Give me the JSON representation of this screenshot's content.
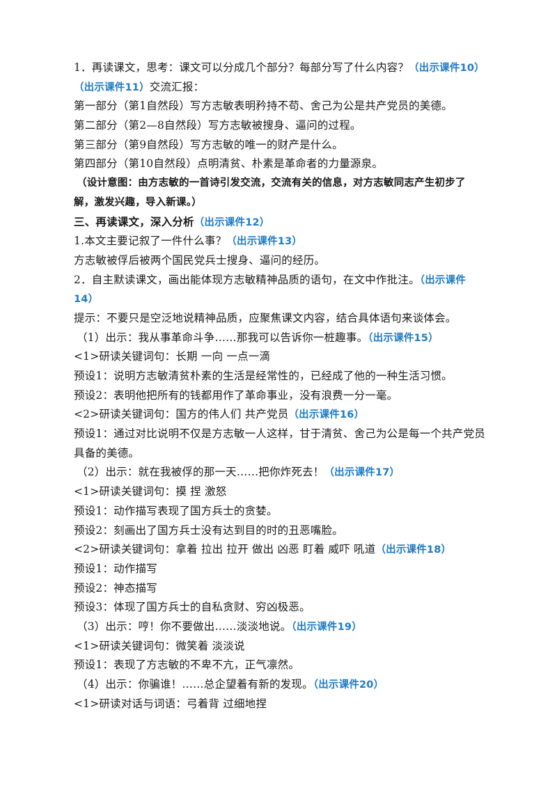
{
  "lines": [
    {
      "text": "1．再读课文，思考：课文可以分成几个部分？每部分写了什么内容？",
      "ref": "（出示课件10）",
      "indent": "i0",
      "style": ""
    },
    {
      "text": "",
      "ref_before": "（出示课件11）",
      "text_after": "交流汇报：",
      "indent": "cont",
      "style": ""
    },
    {
      "text": "第一部分（第1自然段）写方志敏表明矜持不苟、舍己为公是共产党员的美德。",
      "indent": "cont",
      "style": ""
    },
    {
      "text": "第二部分（第2—8自然段）写方志敏被搜身、逼问的过程。",
      "indent": "cont",
      "style": ""
    },
    {
      "text": "第三部分（第9自然段）写方志敏的唯一的财产是什么。",
      "indent": "cont",
      "style": ""
    },
    {
      "text": "第四部分（第10自然段）点明清贫、朴素是革命者的力量源泉。",
      "indent": "cont",
      "style": ""
    },
    {
      "text": "（设计意图：由方志敏的一首诗引发交流，交流有关的信息，对方志敏同志产生初步了",
      "indent": "i2",
      "style": "note"
    },
    {
      "text": "解，激发兴趣，导入新课。）",
      "indent": "cont",
      "style": "note"
    },
    {
      "text": "三、再读课文，深入分析",
      "ref": "（出示课件12）",
      "indent": "i0",
      "style": "heading"
    },
    {
      "text": "1.本文主要记叙了一件什么事？",
      "ref": "（出示课件13）",
      "indent": "cont",
      "style": ""
    },
    {
      "text": "方志敏被俘后被两个国民党兵士搜身、逼问的经历。",
      "indent": "cont",
      "style": ""
    },
    {
      "text": "2．自主默读课文，画出能体现方志敏精神品质的语句，在文中作批注。",
      "ref": "（出示课件",
      "indent": "cont",
      "style": ""
    },
    {
      "text": "",
      "ref_before": "14）",
      "text_after": "",
      "indent": "cont",
      "style": ""
    },
    {
      "text": "提示：不要只是空泛地说精神品质，应聚焦课文内容，结合具体语句来谈体会。",
      "indent": "cont",
      "style": ""
    },
    {
      "text": "（1）出示：我从事革命斗争……那我可以告诉你一桩趣事。",
      "ref": "（出示课件15）",
      "indent": "i2",
      "style": ""
    },
    {
      "text": "<1>研读关键词句：长期 一向 一点一滴",
      "indent": "cont",
      "style": ""
    },
    {
      "text": "预设1：说明方志敏清贫朴素的生活是经常性的，已经成了他的一种生活习惯。",
      "indent": "cont",
      "style": ""
    },
    {
      "text": "预设2：表明他把所有的钱都用作了革命事业，没有浪费一分一毫。",
      "indent": "cont",
      "style": ""
    },
    {
      "text": "<2>研读关键词句：国方的伟人们  共产党员",
      "ref": "（出示课件16）",
      "indent": "cont",
      "style": ""
    },
    {
      "text": "预设1：通过对比说明不仅是方志敏一人这样，甘于清贫、舍己为公是每一个共产党员",
      "indent": "cont",
      "style": ""
    },
    {
      "text": "具备的美德。",
      "indent": "cont",
      "style": ""
    },
    {
      "text": "（2）出示：就在我被俘的那一天……把你炸死去！",
      "ref": "（出示课件17）",
      "indent": "i2",
      "style": ""
    },
    {
      "text": "<1>研读关键词句：摸 捏 激怒",
      "indent": "cont",
      "style": ""
    },
    {
      "text": "预设1：动作描写表现了国方兵士的贪婪。",
      "indent": "cont",
      "style": ""
    },
    {
      "text": "预设2：刻画出了国方兵士没有达到目的时的丑恶嘴脸。",
      "indent": "cont",
      "style": ""
    },
    {
      "text": "<2>研读关键词句：拿着 拉出 拉开 做出 凶恶 盯着 威吓 吼道",
      "ref": "（出示课件18）",
      "indent": "cont",
      "style": ""
    },
    {
      "text": "预设1：动作描写",
      "indent": "cont",
      "style": ""
    },
    {
      "text": "预设2：神态描写",
      "indent": "cont",
      "style": ""
    },
    {
      "text": "预设3：体现了国方兵士的自私贪财、穷凶极恶。",
      "indent": "cont",
      "style": ""
    },
    {
      "text": "（3）出示：哼！你不要做出……淡淡地说。",
      "ref": "（出示课件19）",
      "indent": "i2",
      "style": ""
    },
    {
      "text": "<1>研读关键词句：微笑着 淡淡说",
      "indent": "cont",
      "style": ""
    },
    {
      "text": "预设1：表现了方志敏的不卑不亢，正气凛然。",
      "indent": "cont",
      "style": ""
    },
    {
      "text": "（4）出示：你骗谁！……总企望着有新的发现。",
      "ref": "（出示课件20）",
      "indent": "i2",
      "style": ""
    },
    {
      "text": "<1>研读对话与词语：弓着背 过细地捏",
      "indent": "cont",
      "style": ""
    }
  ]
}
